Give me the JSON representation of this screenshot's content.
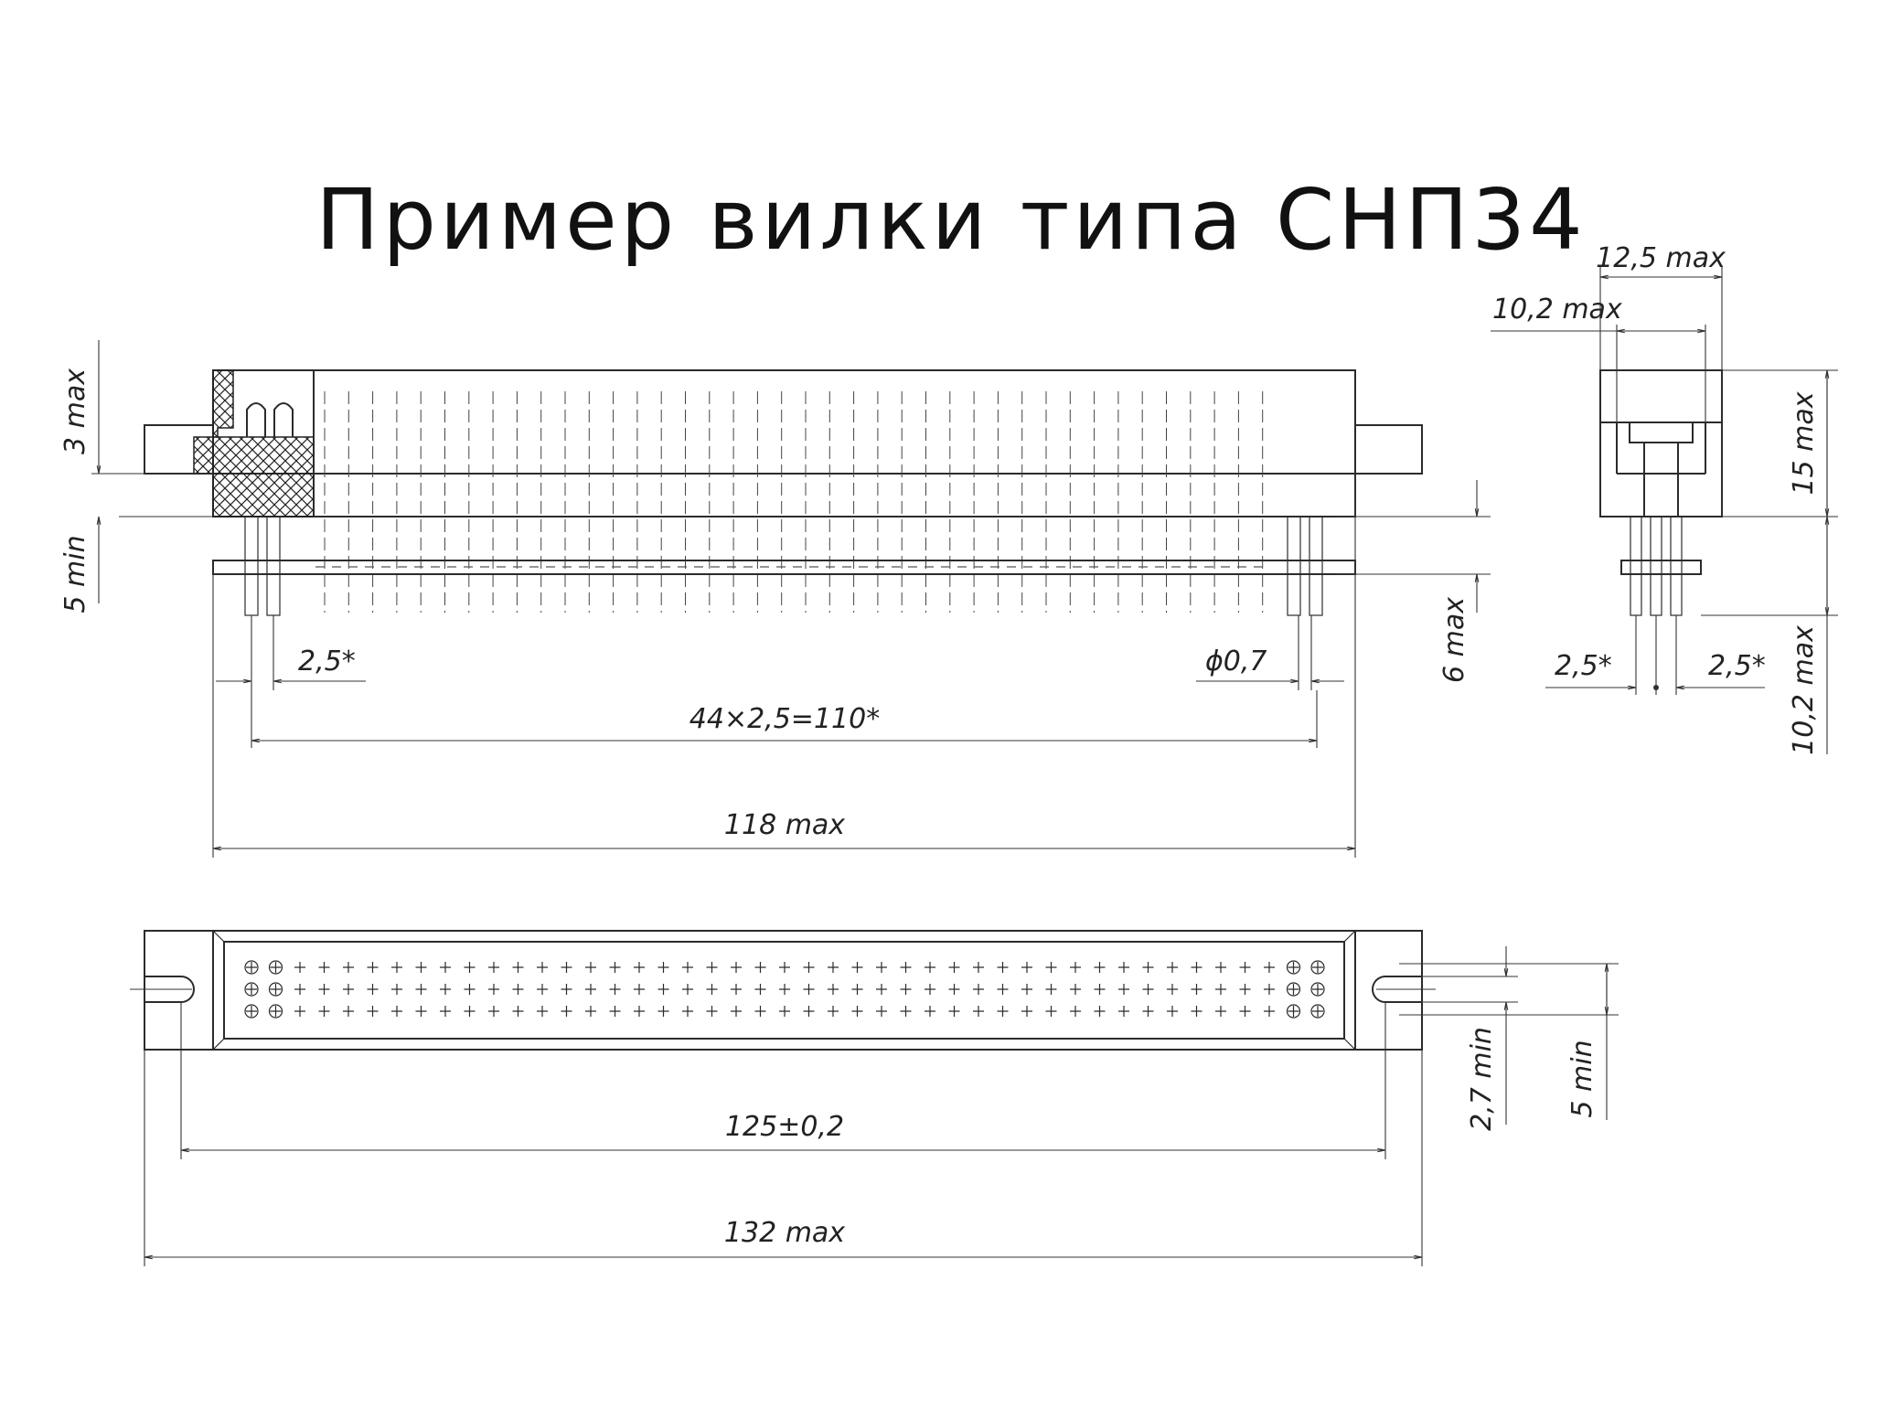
{
  "title": "Пример вилки типа СНП34",
  "dimensions": {
    "d3max": "3 max",
    "d5min_left": "5 min",
    "d2_5_left": "2,5*",
    "d_phi07": "ϕ0,7",
    "d6max": "6 max",
    "d44x": "44×2,5=110*",
    "d118": "118 max",
    "d12_5": "12,5 max",
    "d10_2_top": "10,2 max",
    "d15": "15 max",
    "d10_2_right": "10,2 max",
    "d2_5_side_a": "2,5*",
    "d2_5_side_b": "2,5*",
    "d125": "125±0,2",
    "d132": "132 max",
    "d2_7": "2,7 min",
    "d5min_bottom": "5 min"
  }
}
